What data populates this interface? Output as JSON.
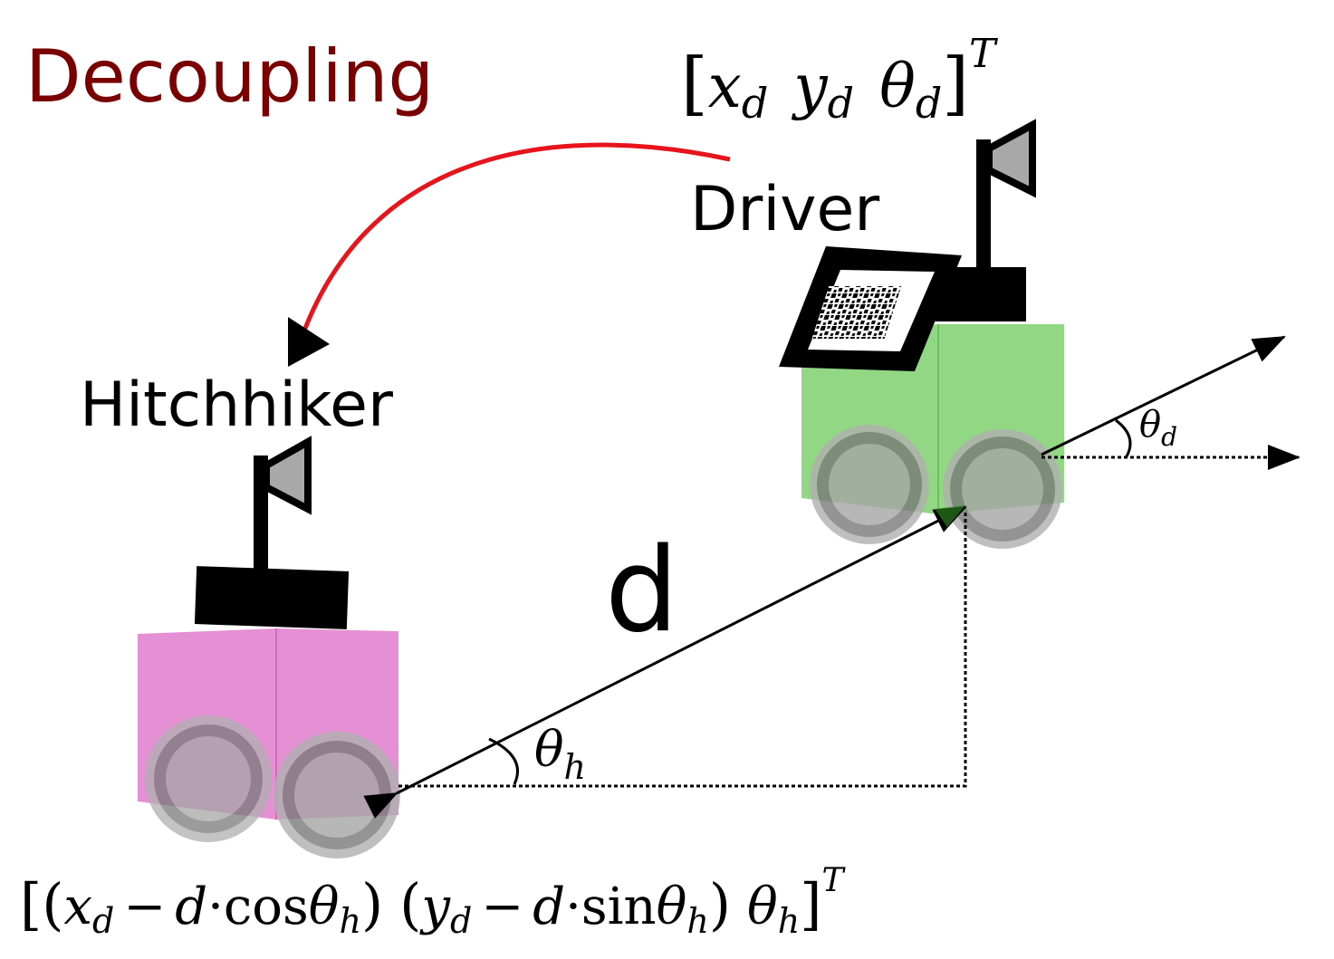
{
  "title": "Decoupling",
  "labels": {
    "driver": "Driver",
    "hitchhiker": "Hitchhiker",
    "distance": "d"
  },
  "formulas": {
    "driver_state": {
      "open": "[",
      "x": "x",
      "x_sub": "d",
      "y": "y",
      "y_sub": "d",
      "theta": "θ",
      "theta_sub": "d",
      "close": "]",
      "sup": "T"
    },
    "hitchhiker_state": {
      "p1_open": "[(",
      "x": "x",
      "x_sub": "d",
      "minus1": "−",
      "d1": "d",
      "dot1": "·",
      "cos": "cos",
      "theta1": "θ",
      "theta1_sub": "h",
      "p1_close": ")",
      "p2_open": "(",
      "y": "y",
      "y_sub": "d",
      "minus2": "−",
      "d2": "d",
      "dot2": "·",
      "sin": "sin",
      "theta2": "θ",
      "theta2_sub": "h",
      "p2_close": ")",
      "theta3": "θ",
      "theta3_sub": "h",
      "close": "]",
      "sup": "T"
    },
    "theta_d": {
      "symbol": "θ",
      "sub": "d"
    },
    "theta_h": {
      "symbol": "θ",
      "sub": "h"
    }
  },
  "colors": {
    "title": "#7a0000",
    "decoupling_arrow": "#e8141c",
    "driver_robot": "#7fd06e",
    "hitchhiker_robot": "#e07ccc",
    "robot_top": "#000000",
    "flag": "#a8a8a8",
    "wheel": "#8e8e8e"
  }
}
